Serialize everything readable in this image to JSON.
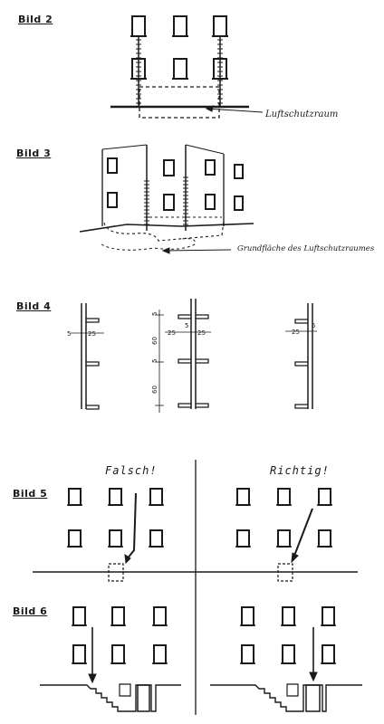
{
  "figures": {
    "bild2": {
      "label": "Bild 2",
      "caption": "Luftschutzraum"
    },
    "bild3": {
      "label": "Bild 3",
      "caption": "Grundfläche des Luftschutzraumes"
    },
    "bild4": {
      "label": "Bild 4",
      "dims": [
        "5",
        "25",
        "5",
        "60",
        "5",
        "60",
        "25",
        "25",
        "5",
        "25",
        "5"
      ]
    },
    "bild5": {
      "label": "Bild 5",
      "wrong": "Falsch!",
      "right": "Richtig!"
    },
    "bild6": {
      "label": "Bild 6"
    }
  }
}
